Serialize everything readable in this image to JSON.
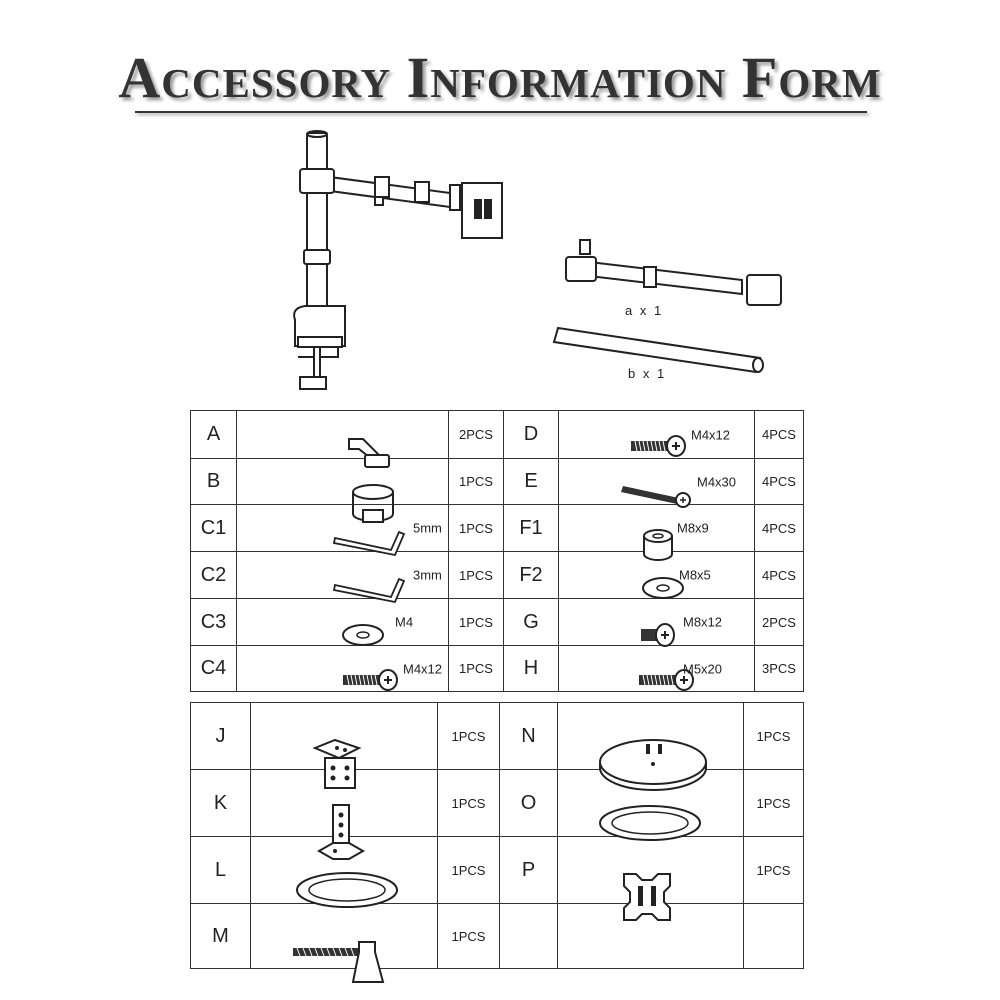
{
  "title": "Accessory Information Form",
  "hero": {
    "caption_a": "a x 1",
    "caption_b": "b x 1"
  },
  "table1": {
    "rows": [
      {
        "left": {
          "code": "A",
          "size": "",
          "qty": "2PCS",
          "icon": "cable-clip-icon"
        },
        "right": {
          "code": "D",
          "size": "M4x12",
          "qty": "4PCS",
          "icon": "screw-icon"
        }
      },
      {
        "left": {
          "code": "B",
          "size": "",
          "qty": "1PCS",
          "icon": "pole-collar-icon"
        },
        "right": {
          "code": "E",
          "size": "M4x30",
          "qty": "4PCS",
          "icon": "long-screw-icon"
        }
      },
      {
        "left": {
          "code": "C1",
          "size": "5mm",
          "qty": "1PCS",
          "icon": "allen-key-icon"
        },
        "right": {
          "code": "F1",
          "size": "M8x9",
          "qty": "4PCS",
          "icon": "spacer-icon"
        }
      },
      {
        "left": {
          "code": "C2",
          "size": "3mm",
          "qty": "1PCS",
          "icon": "allen-key-icon"
        },
        "right": {
          "code": "F2",
          "size": "M8x5",
          "qty": "4PCS",
          "icon": "washer-icon"
        }
      },
      {
        "left": {
          "code": "C3",
          "size": "M4",
          "qty": "1PCS",
          "icon": "washer-icon"
        },
        "right": {
          "code": "G",
          "size": "M8x12",
          "qty": "2PCS",
          "icon": "short-screw-icon"
        }
      },
      {
        "left": {
          "code": "C4",
          "size": "M4x12",
          "qty": "1PCS",
          "icon": "screw-icon"
        },
        "right": {
          "code": "H",
          "size": "M5x20",
          "qty": "3PCS",
          "icon": "screw-icon"
        }
      }
    ]
  },
  "table2": {
    "rows": [
      {
        "left": {
          "code": "J",
          "qty": "1PCS",
          "icon": "l-bracket-icon"
        },
        "right": {
          "code": "N",
          "qty": "1PCS",
          "icon": "base-plate-icon"
        }
      },
      {
        "left": {
          "code": "K",
          "qty": "1PCS",
          "icon": "clamp-bracket-icon"
        },
        "right": {
          "code": "O",
          "qty": "1PCS",
          "icon": "oval-pad-icon"
        }
      },
      {
        "left": {
          "code": "L",
          "qty": "1PCS",
          "icon": "oval-pad-icon"
        },
        "right": {
          "code": "P",
          "qty": "1PCS",
          "icon": "vesa-plate-icon"
        }
      },
      {
        "left": {
          "code": "M",
          "qty": "1PCS",
          "icon": "clamp-bolt-icon"
        },
        "right": {
          "code": "",
          "qty": "",
          "icon": ""
        }
      }
    ]
  }
}
